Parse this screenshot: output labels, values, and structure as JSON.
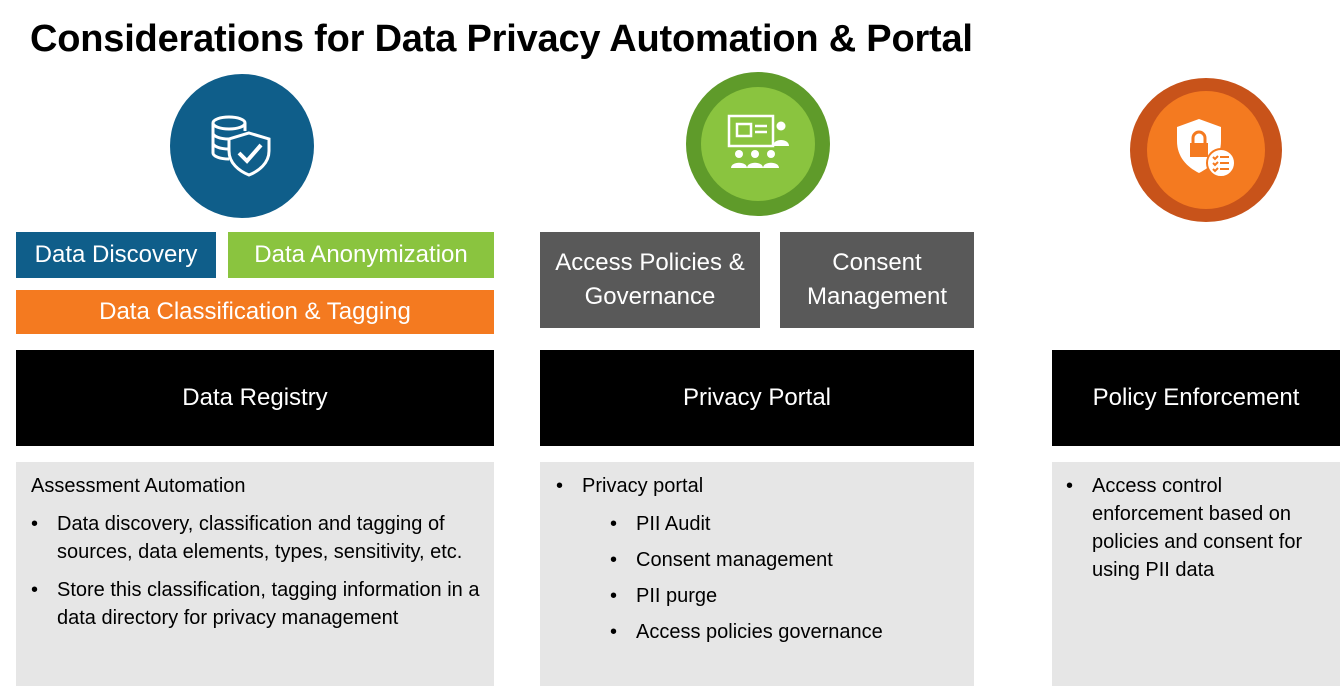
{
  "title": "Considerations for Data Privacy Automation & Portal",
  "colors": {
    "blue": "#0f5e8a",
    "green": "#8ac43f",
    "green_dark": "#5f9b2a",
    "orange": "#f47a20",
    "orange_dark": "#c8531a",
    "gray": "#595959",
    "black": "#000000",
    "panel": "#e6e6e6"
  },
  "icons": {
    "registry": "database-shield-check-icon",
    "portal": "presentation-audience-icon",
    "enforcement": "shield-lock-checklist-icon"
  },
  "col1": {
    "tags": {
      "discovery": "Data Discovery",
      "anonymization": "Data Anonymization",
      "classification": "Data Classification & Tagging"
    },
    "header": "Data Registry",
    "panel": {
      "heading": "Assessment Automation",
      "bullets": [
        "Data discovery, classification and tagging of sources, data elements, types, sensitivity, etc.",
        "Store this classification, tagging information in a data directory for privacy management"
      ]
    }
  },
  "col2": {
    "tags": {
      "access_policies": "Access Policies & Governance",
      "consent": "Consent Management"
    },
    "header": "Privacy Portal",
    "panel": {
      "bullet": "Privacy portal",
      "subitems": [
        "PII Audit",
        "Consent management",
        "PII purge",
        "Access policies governance"
      ]
    }
  },
  "col3": {
    "header": "Policy Enforcement",
    "panel": {
      "bullets": [
        "Access control enforcement based on policies and consent for using PII data"
      ]
    }
  }
}
